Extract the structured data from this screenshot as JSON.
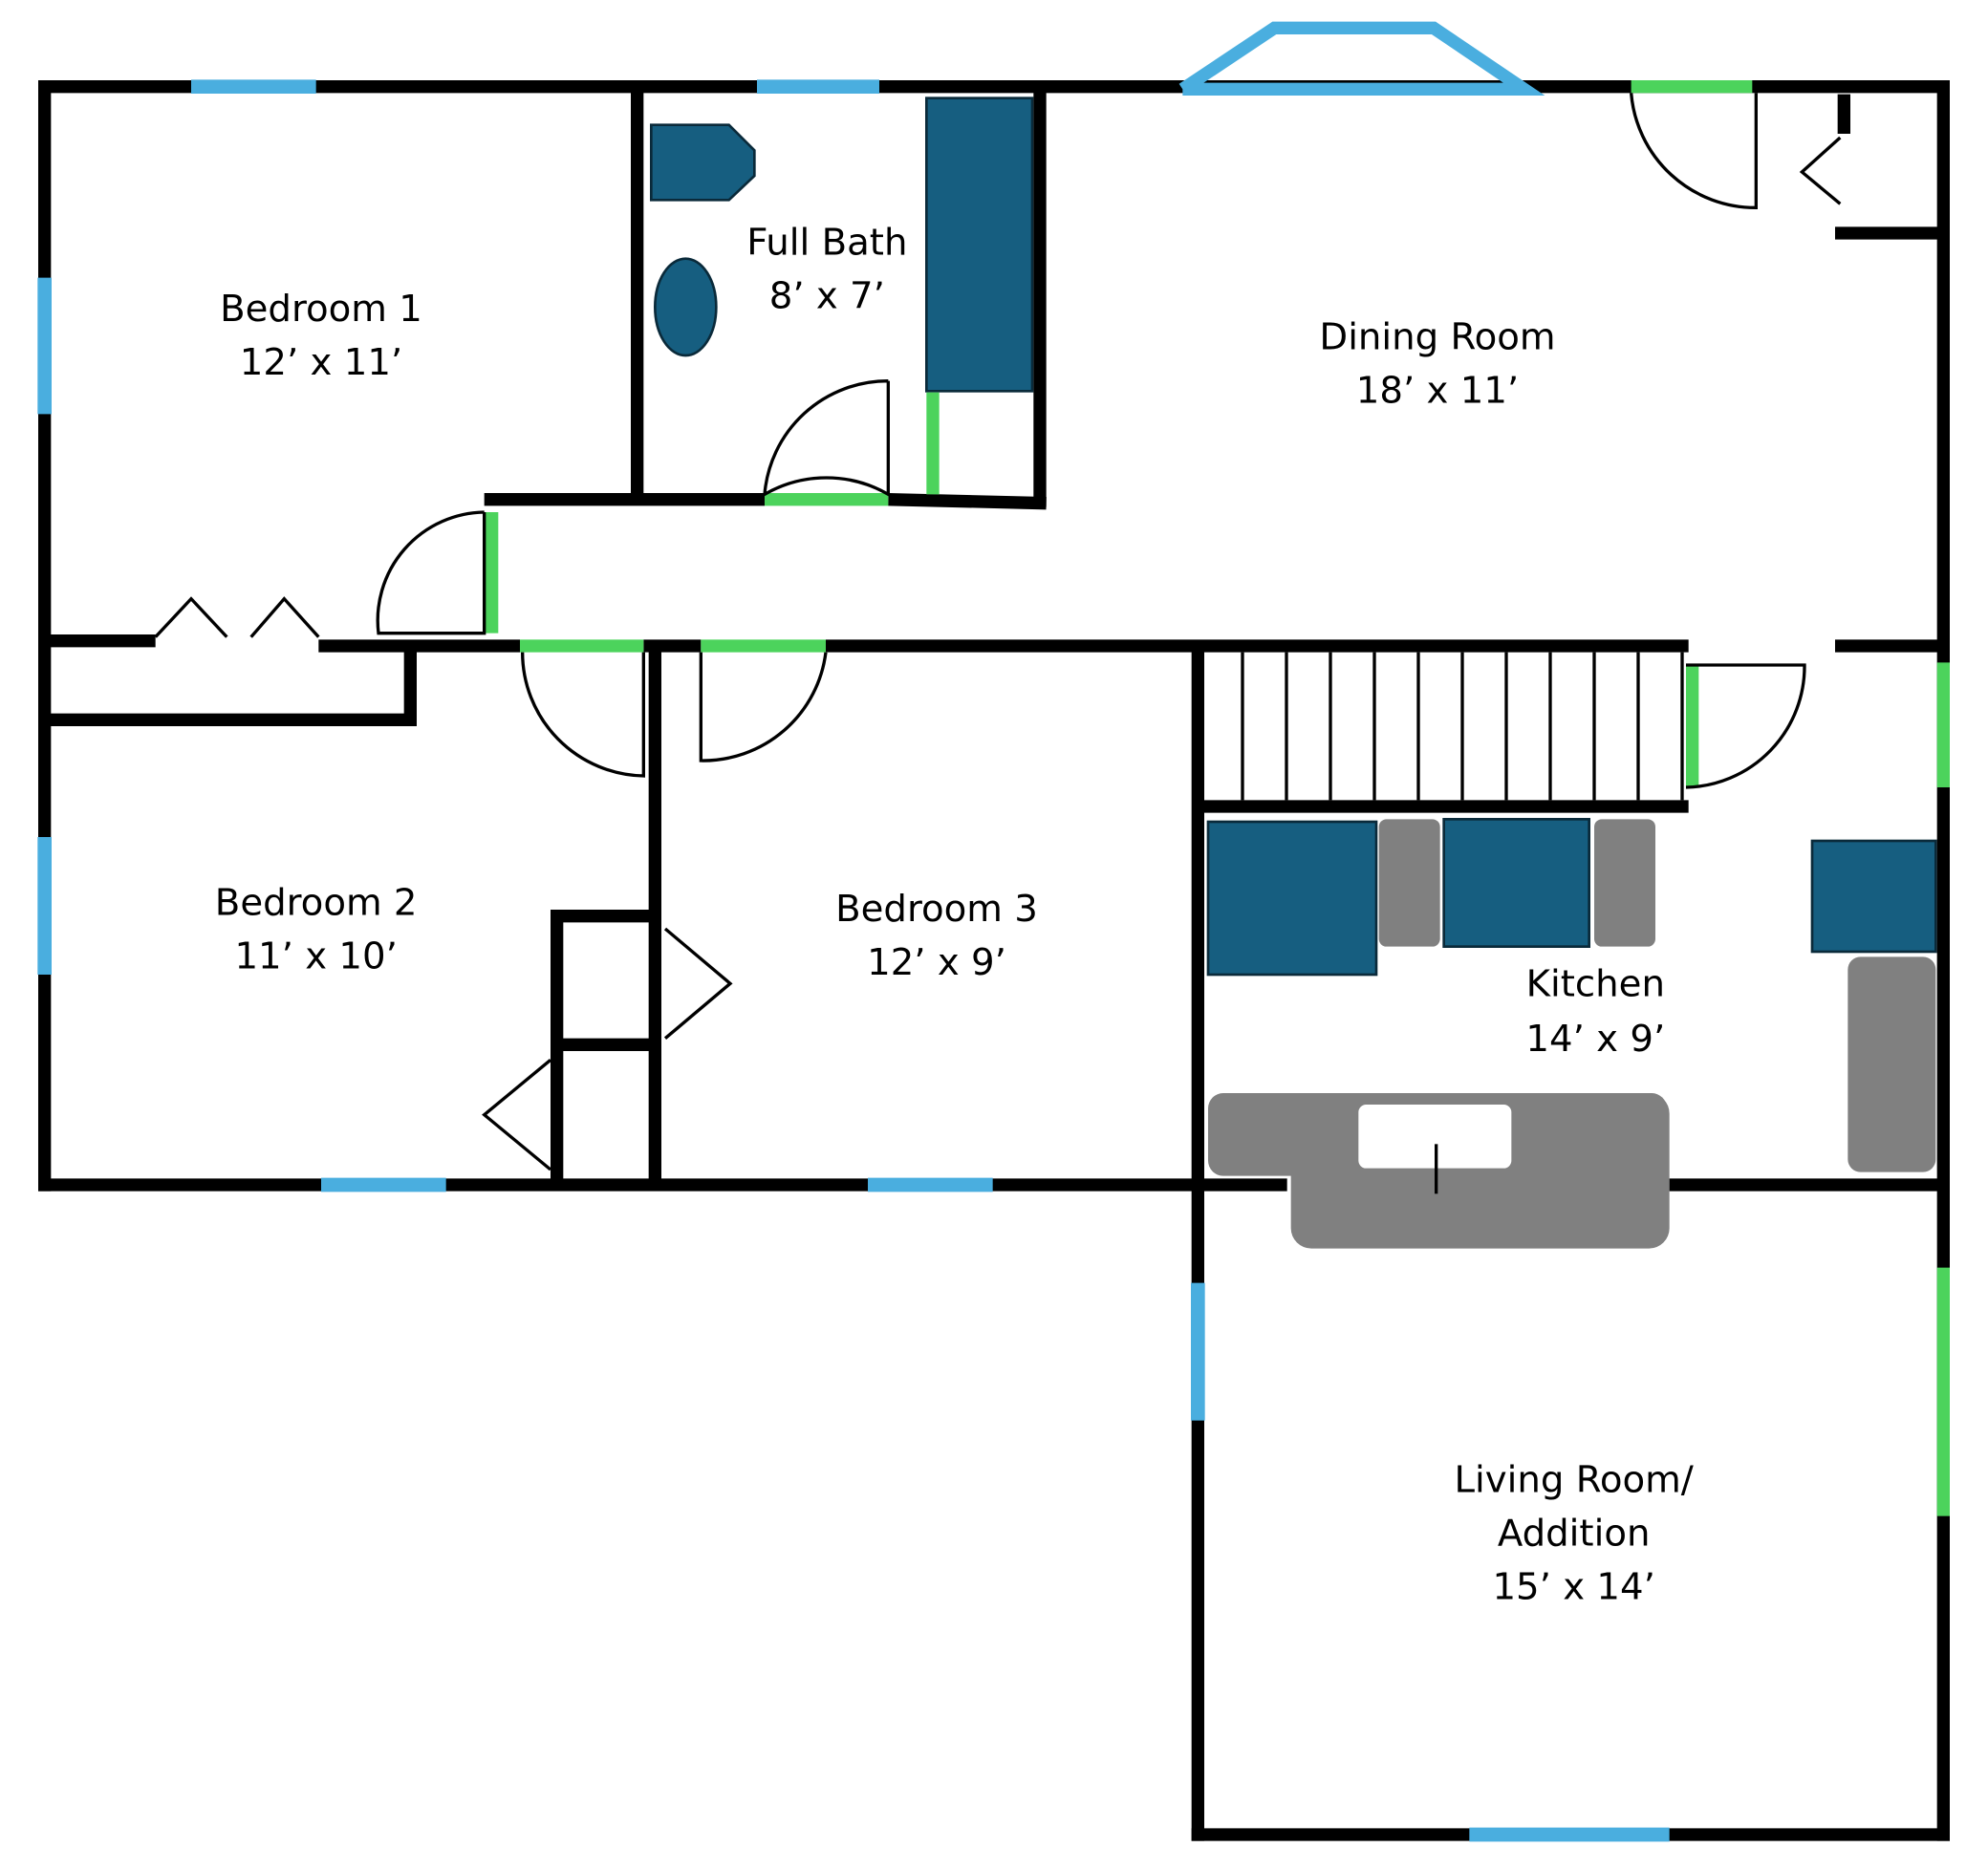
{
  "colors": {
    "wall": "#000000",
    "window": "#4AAEDF",
    "doorway": "#4CD35C",
    "fixture": "#165E80",
    "counter": "#808080",
    "sink": "#FFFFFF"
  },
  "rooms": [
    {
      "name": "Bedroom 1",
      "size": "12’ x 11’"
    },
    {
      "name": "Full Bath",
      "size": "8’ x 7’"
    },
    {
      "name": "Dining Room",
      "size": "18’ x 11’"
    },
    {
      "name": "Bedroom 2",
      "size": "11’ x 10’"
    },
    {
      "name": "Bedroom 3",
      "size": "12’ x 9’"
    },
    {
      "name": "Kitchen",
      "size": "14’ x 9’"
    },
    {
      "name": "Living Room/",
      "name_line2": "Addition",
      "size": "15’ x 14’"
    }
  ]
}
